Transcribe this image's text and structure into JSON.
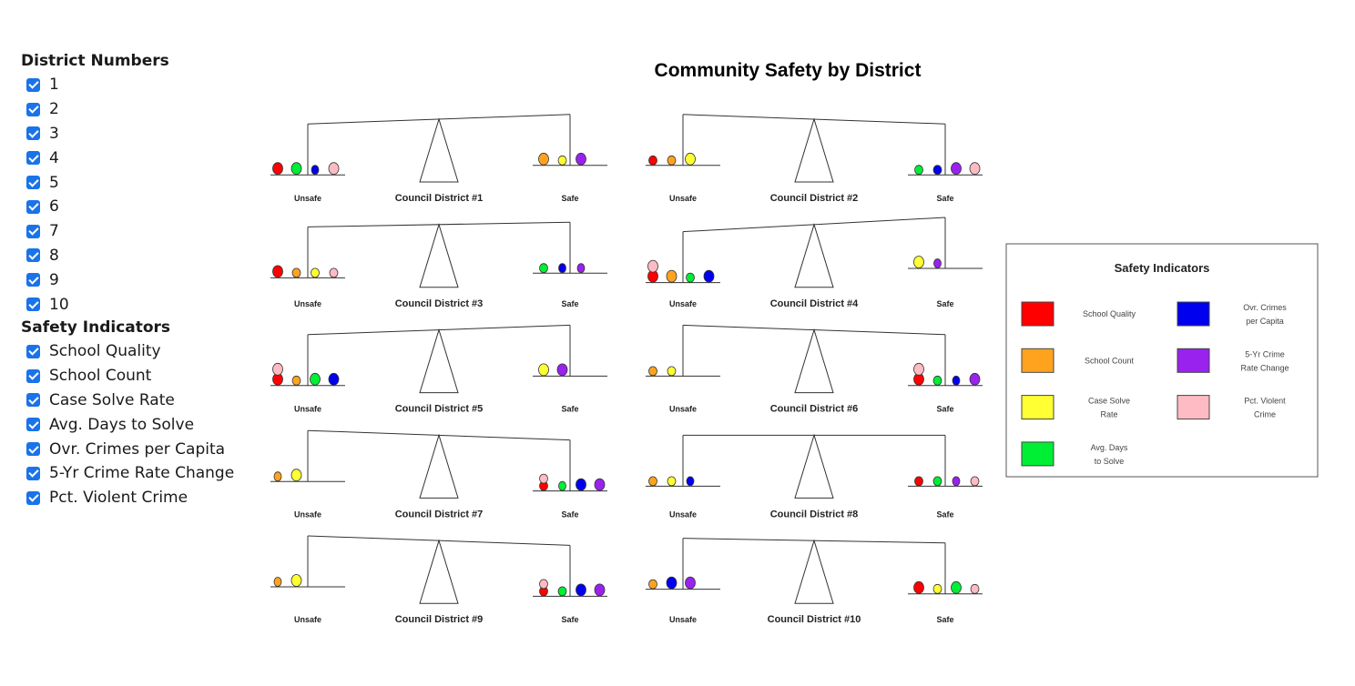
{
  "controls": {
    "district_title": "District Numbers",
    "districts": [
      "1",
      "2",
      "3",
      "4",
      "5",
      "6",
      "7",
      "8",
      "9",
      "10"
    ],
    "indicator_title": "Safety Indicators",
    "indicators": [
      "School Quality",
      "School Count",
      "Case Solve Rate",
      "Avg. Days to Solve",
      "Ovr. Crimes per Capita",
      "5-Yr Crime Rate Change",
      "Pct. Violent Crime"
    ]
  },
  "chart_data": {
    "type": "scale-balance",
    "title": "Community Safety by District",
    "side_labels": {
      "left": "Unsafe",
      "right": "Safe"
    },
    "indicators": [
      {
        "key": "school_quality",
        "color": "#ff0000"
      },
      {
        "key": "school_count",
        "color": "#ffa31f"
      },
      {
        "key": "case_solve_rate",
        "color": "#ffff33"
      },
      {
        "key": "avg_days_to_solve",
        "color": "#00ee33"
      },
      {
        "key": "crimes_per_capita",
        "color": "#0000ee"
      },
      {
        "key": "crime_rate_change",
        "color": "#9922ee"
      },
      {
        "key": "pct_violent_crime",
        "color": "#ffbbc4"
      }
    ],
    "districts": [
      {
        "name": "Council District #1",
        "tilt": 2,
        "unsafe": [
          {
            "i": 0,
            "s": "l"
          },
          {
            "i": 3,
            "s": "l"
          },
          {
            "i": 4,
            "s": "s"
          },
          {
            "i": 6,
            "s": "l"
          }
        ],
        "safe": [
          {
            "i": 1,
            "s": "l"
          },
          {
            "i": 2,
            "s": "m"
          },
          {
            "i": 5,
            "s": "l"
          }
        ]
      },
      {
        "name": "Council District #2",
        "tilt": -2,
        "unsafe": [
          {
            "i": 0,
            "s": "m"
          },
          {
            "i": 1,
            "s": "m"
          },
          {
            "i": 2,
            "s": "l"
          }
        ],
        "safe": [
          {
            "i": 3,
            "s": "m"
          },
          {
            "i": 4,
            "s": "m"
          },
          {
            "i": 5,
            "s": "l"
          },
          {
            "i": 6,
            "s": "l"
          }
        ]
      },
      {
        "name": "Council District #3",
        "tilt": 1,
        "unsafe": [
          {
            "i": 0,
            "s": "l"
          },
          {
            "i": 1,
            "s": "m"
          },
          {
            "i": 2,
            "s": "m"
          },
          {
            "i": 6,
            "s": "m"
          }
        ],
        "safe": [
          {
            "i": 3,
            "s": "m"
          },
          {
            "i": 4,
            "s": "s"
          },
          {
            "i": 5,
            "s": "s"
          }
        ]
      },
      {
        "name": "Council District #4",
        "tilt": 3,
        "unsafe": [
          {
            "i": [
              0,
              6
            ],
            "s": "l"
          },
          {
            "i": 1,
            "s": "l"
          },
          {
            "i": 3,
            "s": "m"
          },
          {
            "i": 4,
            "s": "l"
          }
        ],
        "safe": [
          {
            "i": 2,
            "s": "l"
          },
          {
            "i": 5,
            "s": "s"
          }
        ]
      },
      {
        "name": "Council District #5",
        "tilt": 2,
        "unsafe": [
          {
            "i": [
              0,
              6
            ],
            "s": "l"
          },
          {
            "i": 1,
            "s": "m"
          },
          {
            "i": 3,
            "s": "l"
          },
          {
            "i": 4,
            "s": "l"
          }
        ],
        "safe": [
          {
            "i": 2,
            "s": "l"
          },
          {
            "i": 5,
            "s": "l"
          }
        ]
      },
      {
        "name": "Council District #6",
        "tilt": -2,
        "unsafe": [
          {
            "i": 1,
            "s": "m"
          },
          {
            "i": 2,
            "s": "m"
          }
        ],
        "safe": [
          {
            "i": [
              0,
              6
            ],
            "s": "l"
          },
          {
            "i": 3,
            "s": "m"
          },
          {
            "i": 4,
            "s": "s"
          },
          {
            "i": 5,
            "s": "l"
          }
        ]
      },
      {
        "name": "Council District #7",
        "tilt": -2,
        "unsafe": [
          {
            "i": 1,
            "s": "s"
          },
          {
            "i": 2,
            "s": "l"
          }
        ],
        "safe": [
          {
            "i": [
              0,
              6
            ],
            "s": "m"
          },
          {
            "i": 3,
            "s": "s"
          },
          {
            "i": 4,
            "s": "l"
          },
          {
            "i": 5,
            "s": "l"
          }
        ]
      },
      {
        "name": "Council District #8",
        "tilt": 0,
        "unsafe": [
          {
            "i": 1,
            "s": "m"
          },
          {
            "i": 2,
            "s": "m"
          },
          {
            "i": 4,
            "s": "s"
          }
        ],
        "safe": [
          {
            "i": 0,
            "s": "m"
          },
          {
            "i": 3,
            "s": "m"
          },
          {
            "i": 5,
            "s": "s"
          },
          {
            "i": 6,
            "s": "m"
          }
        ]
      },
      {
        "name": "Council District #9",
        "tilt": -2,
        "unsafe": [
          {
            "i": 1,
            "s": "s"
          },
          {
            "i": 2,
            "s": "l"
          }
        ],
        "safe": [
          {
            "i": [
              0,
              6
            ],
            "s": "m"
          },
          {
            "i": 3,
            "s": "m"
          },
          {
            "i": 4,
            "s": "l"
          },
          {
            "i": 5,
            "s": "l"
          }
        ]
      },
      {
        "name": "Council District #10",
        "tilt": -1,
        "unsafe": [
          {
            "i": 1,
            "s": "m"
          },
          {
            "i": 4,
            "s": "l"
          },
          {
            "i": 5,
            "s": "l"
          }
        ],
        "safe": [
          {
            "i": 0,
            "s": "l"
          },
          {
            "i": 2,
            "s": "m"
          },
          {
            "i": 3,
            "s": "l"
          },
          {
            "i": 6,
            "s": "m"
          }
        ]
      }
    ],
    "legend": {
      "title": "Safety Indicators",
      "items": [
        {
          "label": "School Quality",
          "color": "#ff0000"
        },
        {
          "label": "School Count",
          "color": "#ffa31f"
        },
        {
          "label": "Case Solve\nRate",
          "color": "#ffff33"
        },
        {
          "label": "Avg. Days\nto Solve",
          "color": "#00ee33"
        },
        {
          "label": "Ovr. Crimes\nper Capita",
          "color": "#0000ee"
        },
        {
          "label": "5-Yr Crime\nRate Change",
          "color": "#9922ee"
        },
        {
          "label": "Pct. Violent\nCrime",
          "color": "#ffbbc4"
        }
      ]
    }
  }
}
